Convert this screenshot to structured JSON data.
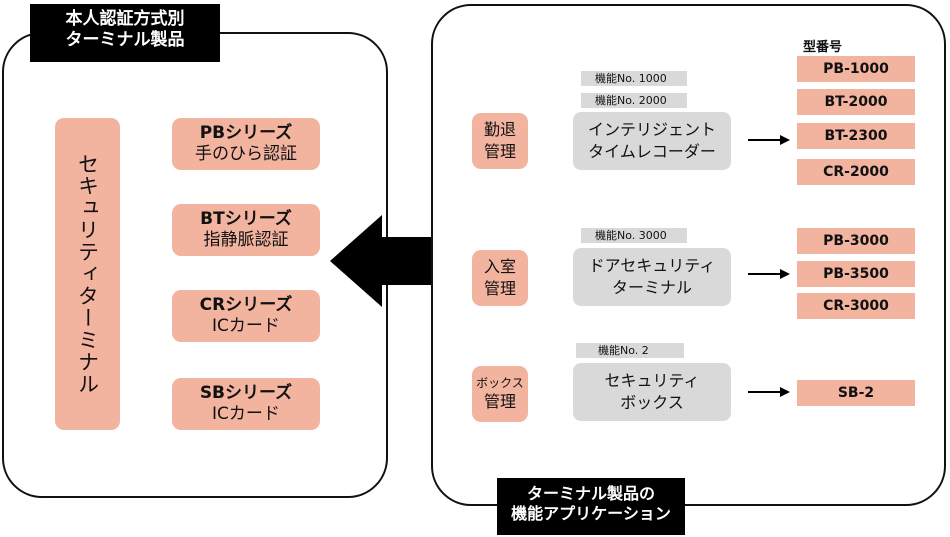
{
  "left_panel": {
    "title_line1": "本人認証方式別",
    "title_line2": "ターミナル製品",
    "vertical_label": "セキュリティターミナル",
    "series": [
      {
        "name": "PBシリーズ",
        "desc": "手のひら認証"
      },
      {
        "name": "BTシリーズ",
        "desc": "指静脈認証"
      },
      {
        "name": "CRシリーズ",
        "desc": "ICカード"
      },
      {
        "name": "SBシリーズ",
        "desc": "ICカード"
      }
    ]
  },
  "right_panel": {
    "title_line1": "ターミナル製品の",
    "title_line2": "機能アプリケーション",
    "model_header": "型番号",
    "groups": [
      {
        "category_line1": "勤退",
        "category_line2": "管理",
        "functions": [
          "機能No. 1000",
          "機能No. 2000"
        ],
        "app_line1": "インテリジェント",
        "app_line2": "タイムレコーダー",
        "models": [
          "PB-1000",
          "BT-2000",
          "BT-2300",
          "CR-2000"
        ]
      },
      {
        "category_line1": "入室",
        "category_line2": "管理",
        "functions": [
          "機能No. 3000"
        ],
        "app_line1": "ドアセキュリティ",
        "app_line2": "ターミナル",
        "models": [
          "PB-3000",
          "PB-3500",
          "CR-3000"
        ]
      },
      {
        "category_line1": "ボックス",
        "category_line2": "管理",
        "functions": [
          "機能No. 2"
        ],
        "app_line1": "セキュリティ",
        "app_line2": "ボックス",
        "models": [
          "SB-2"
        ]
      }
    ]
  },
  "colors": {
    "salmon": "#f2b39f",
    "gray": "#d9d9d9",
    "black": "#000000"
  }
}
